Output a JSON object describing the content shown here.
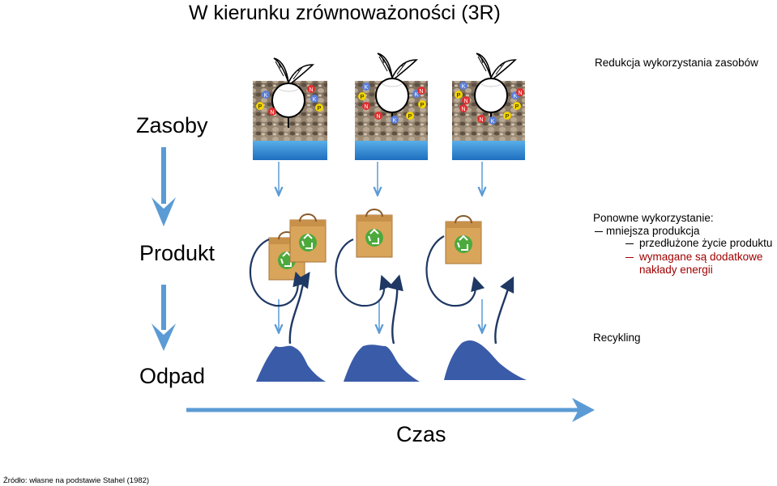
{
  "title": "W kierunku zrównoważoności (3R)",
  "stages": {
    "zasoby": "Zasoby",
    "produkt": "Produkt",
    "odpad": "Odpad"
  },
  "time_axis": "Czas",
  "notes": {
    "reduce": "Redukcja wykorzystania zasobów",
    "reuse_title": "Ponowne wykorzystanie:",
    "reuse_less": "mniejsza produkcja",
    "reuse_extended": "przedłużone życie produktu",
    "reuse_energy_1": "wymagane są dodatkowe",
    "reuse_energy_2": "nakłady energii",
    "recycle": "Recykling"
  },
  "nutrient_letters": [
    "K",
    "N",
    "P",
    "N",
    "K",
    "P"
  ],
  "source": "Źródło: własne na podstawie Stahel (1982)",
  "colors": {
    "arrow_blue": "#5b9bd5",
    "curve_navy": "#1f3864",
    "waste_blue": "#3a5ba8",
    "bag_brown": "#d9a55a",
    "recycle_green": "#4caa3c",
    "water_blue": "#2f86d4",
    "note_red": "#a00000"
  }
}
